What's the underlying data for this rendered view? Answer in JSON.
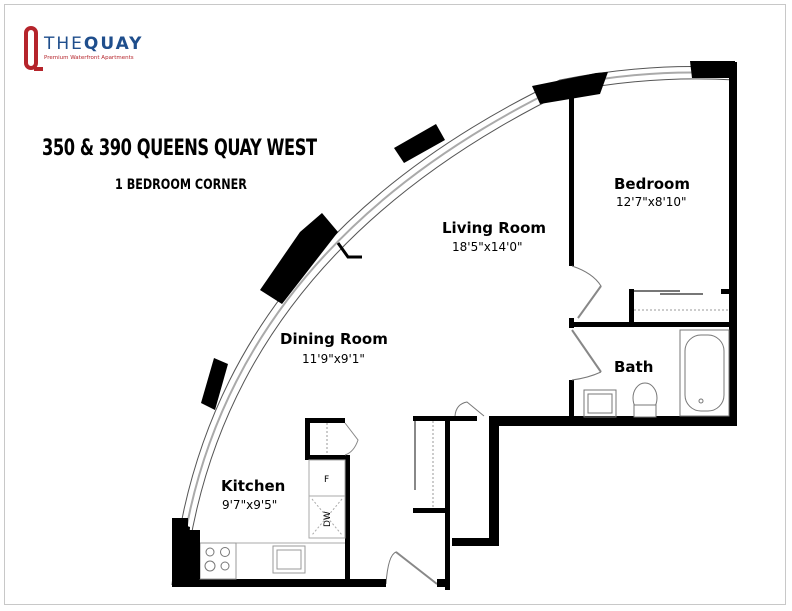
{
  "logo": {
    "mark": "Q",
    "name_thin": "THE",
    "name_bold": "QUAY",
    "tagline": "Premium Waterfront Apartments",
    "colors": {
      "mark": "#b5242b",
      "name": "#1f4e8c",
      "tagline": "#b5242b"
    }
  },
  "header": {
    "title": "350 & 390 QUEENS QUAY WEST",
    "subtitle": "1 BEDROOM CORNER"
  },
  "rooms": [
    {
      "id": "bedroom",
      "name": "Bedroom",
      "dimensions": "12'7\"x8'10\""
    },
    {
      "id": "living",
      "name": "Living Room",
      "dimensions": "18'5\"x14'0\""
    },
    {
      "id": "dining",
      "name": "Dining Room",
      "dimensions": "11'9\"x9'1\""
    },
    {
      "id": "bath",
      "name": "Bath",
      "dimensions": ""
    },
    {
      "id": "kitchen",
      "name": "Kitchen",
      "dimensions": "9'7\"x9'5\""
    }
  ],
  "fixtures": {
    "fridge": "F",
    "dishwasher": "DW"
  },
  "colors": {
    "wall": "#000000",
    "background": "#ffffff",
    "window": "#888888"
  }
}
